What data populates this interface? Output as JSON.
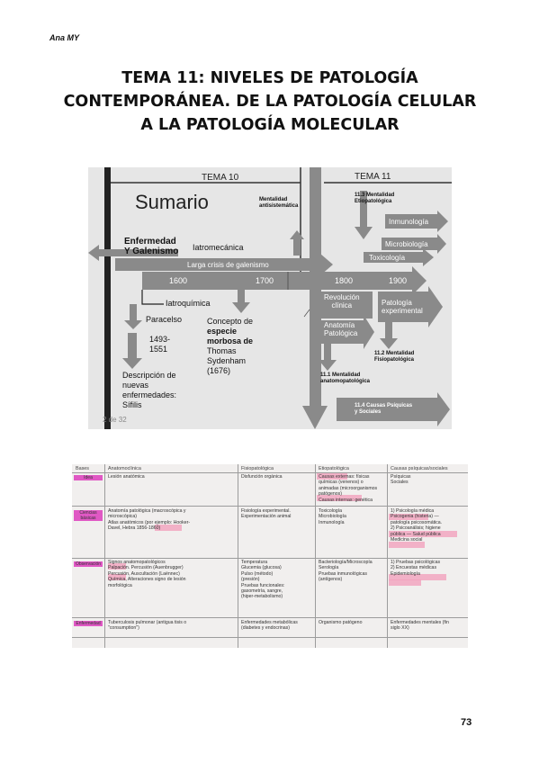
{
  "header": {
    "author": "Ana MY"
  },
  "title_lines": [
    "TEMA 11: NIVELES DE PATOLOGÍA",
    "CONTEMPORÁNEA. DE LA PATOLOGÍA CELULAR",
    "A LA PATOLOGÍA MOLECULAR"
  ],
  "slide": {
    "tema10": "TEMA 10",
    "tema11": "TEMA 11",
    "sumario": "Sumario",
    "mentalidad_antisistematica": [
      "Mentalidad",
      "antisistemática"
    ],
    "mentalidad_etiopatologica": [
      "11.3 Mentalidad",
      "Etiopatológica"
    ],
    "inmunologia": "Inmunología",
    "microbiologia": "Microbiología",
    "toxicologia": "Toxicología",
    "enfermedad_galenismo": [
      "Enfermedad",
      "Y Galenismo"
    ],
    "iatromecanica": "Iatromecánica",
    "larga_crisis": "Larga crisis de galenismo",
    "years": [
      "1600",
      "1700",
      "1800",
      "1900"
    ],
    "revolucion_clinica": [
      "Revolución",
      "clínica"
    ],
    "patologia_experimental": [
      "Patología",
      "experimental"
    ],
    "iatroquimica": "Iatroquímica",
    "paracelso": "Paracelso",
    "paracelso_years": [
      "1493-",
      "1551"
    ],
    "concepto": [
      "Concepto de",
      "especie",
      "morbosa de",
      "Thomas",
      "Sydenham",
      "(1676)"
    ],
    "anatomia_patologica": [
      "Anatomía",
      "Patológica"
    ],
    "mentalidad_fisiopatologica": [
      "11.2 Mentalidad",
      "Fisiopatológica"
    ],
    "descripcion": [
      "Descripción de",
      "nuevas",
      "enfermedades:",
      "Sífilis"
    ],
    "mentalidad_anatomopatologica": [
      "11.1 Mentalidad",
      "anatomopatológica"
    ],
    "causas": [
      "11.4 Causas Psíquicas",
      "y Sociales"
    ],
    "page_indicator": "2 de 32",
    "colors": {
      "arrow": "#8a8a8a",
      "timeline": "#444444",
      "background": "#e6e6e6"
    }
  },
  "table": {
    "headers": [
      "Bases",
      "Anatomoclínica",
      "Fisiopatológica",
      "Etiopatológica",
      "Causas psíquicas/sociales"
    ],
    "rows": [
      {
        "label": "Idea",
        "cells": [
          "Lesión anatómica",
          "Disfunción orgánica",
          "Causas externas: físicas\nquímicas (venenos) o\nanimadas (microorganismos\npatógenos)\nCausas internas: genética",
          "Psíquicas\nSociales"
        ]
      },
      {
        "label": "Ciencias\nbásicas",
        "cells": [
          "Anatomía patológica (macroscópica y\nmicroscópica)\nAtlas anatómicos (por ejemplo: Hooker-\nDavel, Hebra 1856-1860)",
          "Fisiología experimental.\nExperimentación animal",
          "Toxicología\nMicrobiología\nInmunología",
          "1) Psicología médica\nPsicogenia (histeria) —\npatología psicosomática.\n2) Psicoanálisis; higiene\npública — Salud pública\nMedicina social"
        ]
      },
      {
        "label": "Observación",
        "cells": [
          "Signos anatomopatológicos\nPalpación. Percusión (Auenbrugger)\nPercusión, Auscultación (Laënnec)\nQuímica, Alteraciones signo de lesión\nmorfológica",
          "Temperatura\nGlucemia (glucosa)\nPulso (método)\n(presión)\nPruebas funcionales:\ngasometría, sangre,\n(hiper-metabolismo)",
          "Bacteriología/Microscopía\nSerología\nPruebas inmunológicas\n(antígenos)",
          "1) Pruebas psicológicas\n2) Encuestas médicas\nEpidemiología"
        ]
      },
      {
        "label": "Enfermedad",
        "cells": [
          "Tuberculosis pulmonar (antigua tisis o\n\"consumption\")",
          "Enfermedades metabólicas\n(diabetes y endocrinas)",
          "Organismo patógeno",
          "Enfermedades mentales (fin\nsiglo XX)"
        ]
      }
    ],
    "colors": {
      "label_bg": "#e058c4",
      "highlight": "#f2a1bd",
      "paper": "#f1efee"
    }
  },
  "footer": {
    "page_number": "73"
  }
}
